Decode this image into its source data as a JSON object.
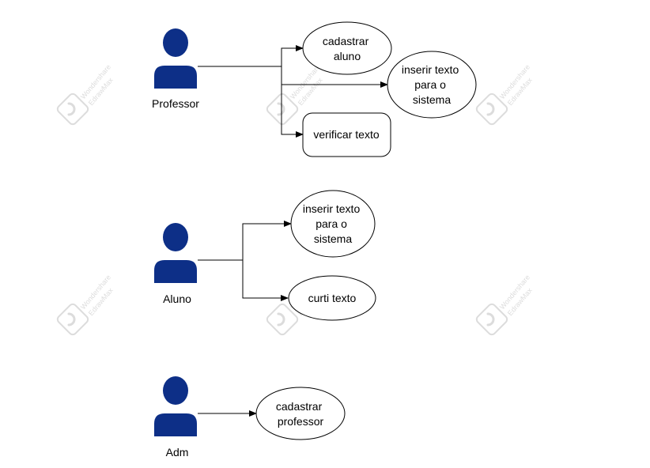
{
  "colors": {
    "actor": "#0d2f87",
    "line": "#000000",
    "shape_stroke": "#000000",
    "watermark": "#dcdcdc"
  },
  "watermark": {
    "line1": "Wondershare",
    "line2": "EdrawMax",
    "icon": "edrawmax-logo-icon"
  },
  "actors": [
    {
      "id": "professor",
      "label": "Professor"
    },
    {
      "id": "aluno",
      "label": "Aluno"
    },
    {
      "id": "adm",
      "label": "Adm"
    }
  ],
  "use_cases": [
    {
      "id": "cadastrar-aluno",
      "lines": [
        "cadastrar",
        "aluno"
      ]
    },
    {
      "id": "inserir-texto-professor",
      "lines": [
        "inserir texto",
        "para o",
        "sistema"
      ]
    },
    {
      "id": "verificar-texto",
      "lines": [
        "verificar texto"
      ]
    },
    {
      "id": "inserir-texto-aluno",
      "lines": [
        "inserir texto",
        "para o",
        "sistema"
      ]
    },
    {
      "id": "curti-texto",
      "lines": [
        "curti texto"
      ]
    },
    {
      "id": "cadastrar-professor",
      "lines": [
        "cadastrar",
        "professor"
      ]
    }
  ],
  "associations": [
    {
      "from": "professor",
      "to": "cadastrar-aluno"
    },
    {
      "from": "professor",
      "to": "inserir-texto-professor"
    },
    {
      "from": "professor",
      "to": "verificar-texto"
    },
    {
      "from": "aluno",
      "to": "inserir-texto-aluno"
    },
    {
      "from": "aluno",
      "to": "curti-texto"
    },
    {
      "from": "adm",
      "to": "cadastrar-professor"
    }
  ]
}
